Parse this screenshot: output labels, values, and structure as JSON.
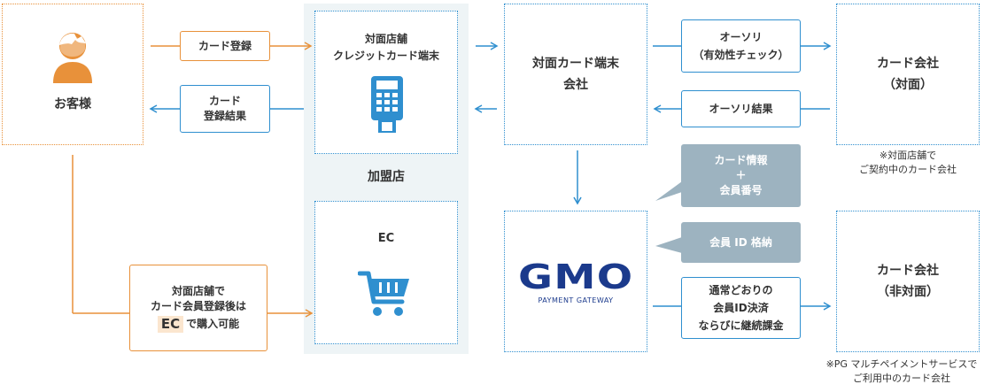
{
  "customer": {
    "label": "お客様"
  },
  "flow": {
    "card_register": "カード登録",
    "card_register_result": "カード\n登録結果",
    "ec_note_line1": "対面店舗で",
    "ec_note_line2": "カード会員登録後は",
    "ec_note_ec": "EC",
    "ec_note_line3": "で購入可能"
  },
  "merchant": {
    "label": "加盟店",
    "terminal": "対面店舗\nクレジットカード端末",
    "ec": "EC"
  },
  "terminal_company": {
    "label": "対面カード端末\n会社"
  },
  "auth": {
    "check": "オーソリ\n（有効性チェック）",
    "result": "オーソリ結果"
  },
  "card_company_face": {
    "label": "カード会社\n（対面）",
    "note": "※対面店舗で\nご契約中のカード会社"
  },
  "card_company_nonface": {
    "label": "カード会社\n（非対面）",
    "note": "※PG マルチペイメントサービスで\nご利用中のカード会社"
  },
  "bubbles": {
    "card_info": "カード情報\n＋\n会員番号",
    "member_id": "会員 ID 格納"
  },
  "gmo": {
    "logo": "GMO",
    "sub": "PAYMENT GATEWAY"
  },
  "billing": {
    "label": "通常どおりの\n会員ID決済\nならびに継続課金"
  },
  "colors": {
    "blue": "#2f8fcf",
    "orange": "#e8913a",
    "gray_bubble": "#9db3c0",
    "merchant_bg": "#eef4f6",
    "gmo_navy": "#1b3a8c"
  }
}
